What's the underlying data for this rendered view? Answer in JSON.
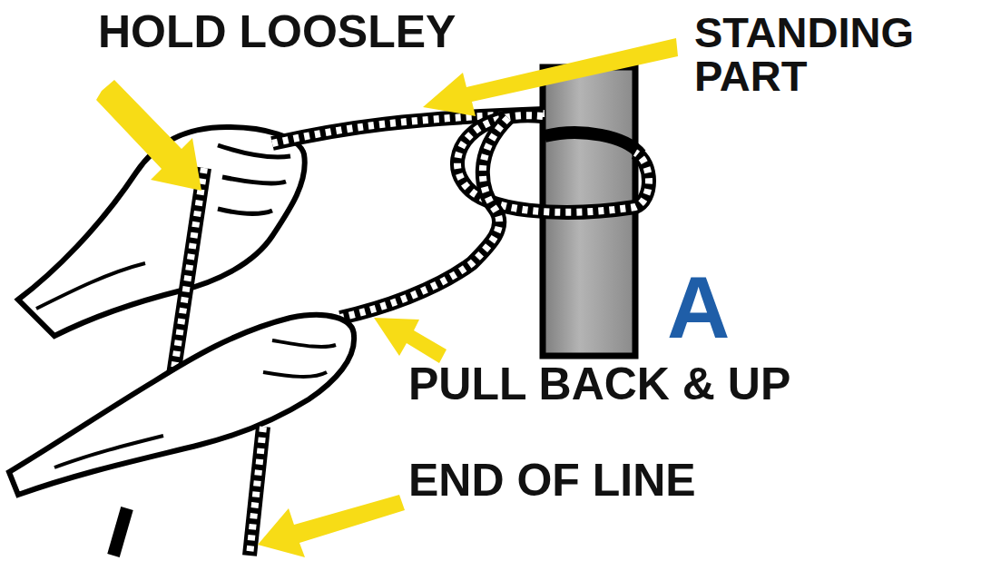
{
  "diagram": {
    "labels": [
      "HOLD LOOSLEY",
      "STANDING PART",
      "A",
      "PULL BACK & UP",
      "END OF LINE"
    ]
  }
}
